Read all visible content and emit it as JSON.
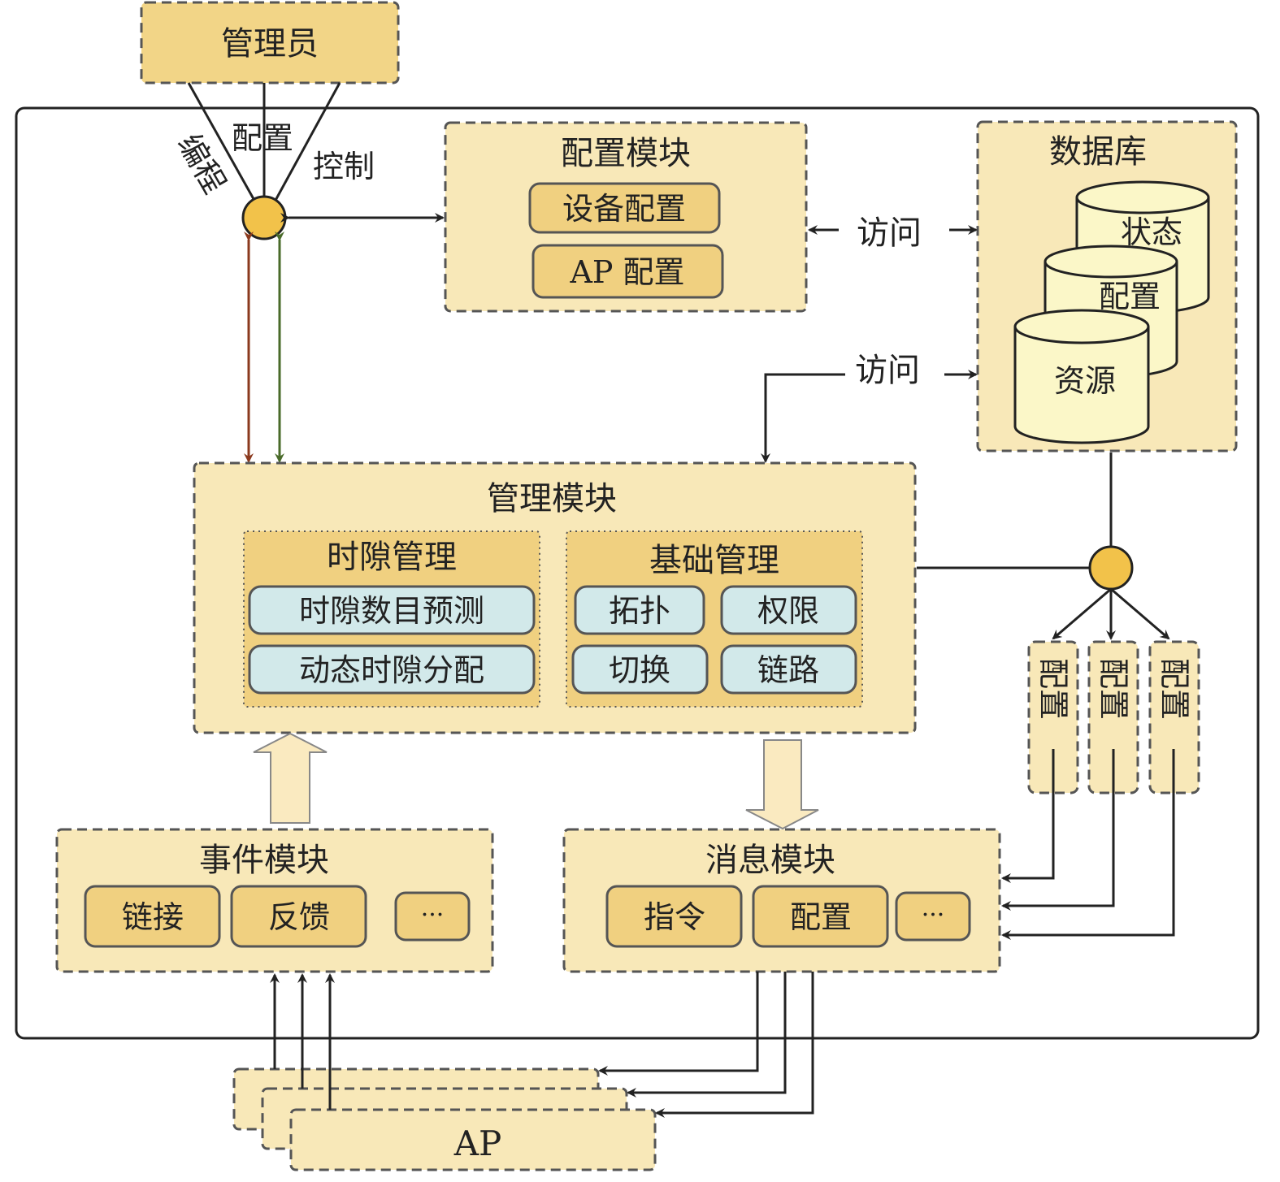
{
  "admin": {
    "title": "管理员"
  },
  "admin_links": {
    "program": "编程",
    "config": "配置",
    "control": "控制"
  },
  "config_module": {
    "title": "配置模块",
    "items": [
      "设备配置",
      "AP 配置"
    ]
  },
  "database": {
    "title": "数据库",
    "items": [
      "状态",
      "配置",
      "资源"
    ]
  },
  "access_labels": [
    "访问",
    "访问"
  ],
  "management_module": {
    "title": "管理模块",
    "slot_mgmt": {
      "title": "时隙管理",
      "items": [
        "时隙数目预测",
        "动态时隙分配"
      ]
    },
    "basic_mgmt": {
      "title": "基础管理",
      "items": [
        "拓扑",
        "权限",
        "切换",
        "链路"
      ]
    }
  },
  "config_bins": [
    "配置",
    "配置",
    "配置"
  ],
  "event_module": {
    "title": "事件模块",
    "items": [
      "链接",
      "反馈",
      "···"
    ]
  },
  "message_module": {
    "title": "消息模块",
    "items": [
      "指令",
      "配置",
      "···"
    ]
  },
  "ap": {
    "label": "AP"
  },
  "colors": {
    "box_fill": "#f8e8b8",
    "chip_fill": "#f0d080",
    "cyan_fill": "#d2e9ea",
    "cylinder_fill": "#fbf7c8",
    "node_fill": "#f2c24a",
    "arrow_brown": "#8b3a1e",
    "arrow_green": "#4a6b2a"
  }
}
